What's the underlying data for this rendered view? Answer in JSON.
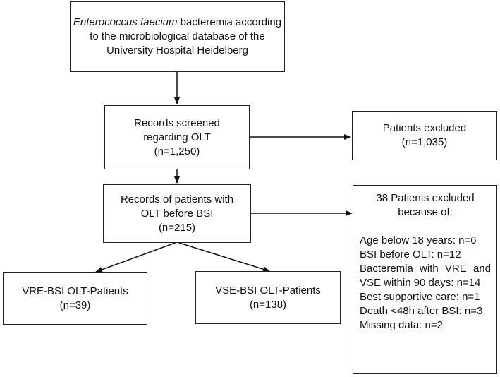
{
  "source_box": {
    "line1_italic": "Enterococcus faecium",
    "line1_rest": " bacteremia according",
    "line2": "to the microbiological database of the",
    "line3": "University Hospital Heidelberg"
  },
  "screened_box": {
    "line1": "Records screened",
    "line2": "regarding OLT",
    "line3": "(n=1,250)"
  },
  "excluded1_box": {
    "line1": "Patients excluded",
    "line2": "(n=1,035)"
  },
  "olt_box": {
    "line1": "Records of patients with",
    "line2": "OLT before BSI",
    "line3": "(n=215)"
  },
  "excluded2_box": {
    "head1": "38 Patients excluded",
    "head2": "because of:",
    "reasons": [
      "Age below 18 years: n=6",
      "BSI before OLT: n=12",
      "Bacteremia with VRE and",
      "VSE within 90 days: n=14",
      "Best supportive care: n=1",
      "Death <48h after BSI: n=3",
      "Missing data: n=2"
    ]
  },
  "vre_box": {
    "line1": "VRE-BSI OLT-Patients",
    "line2": "(n=39)"
  },
  "vse_box": {
    "line1": "VSE-BSI OLT-Patients",
    "line2": "(n=138)"
  }
}
